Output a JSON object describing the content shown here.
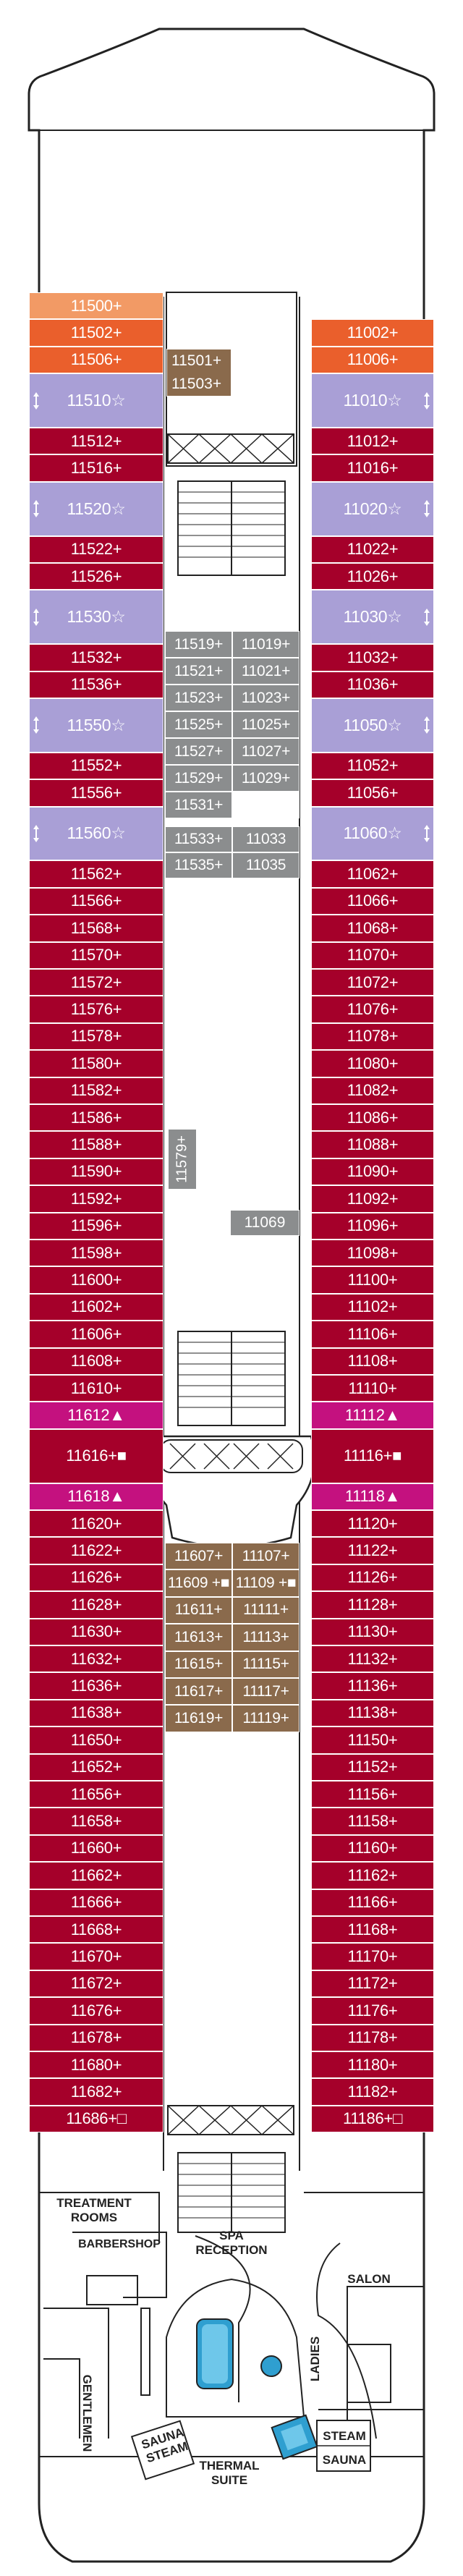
{
  "colors": {
    "inside": "#a5002a",
    "balcony_premium": "#a5002a",
    "suite": "#a99fd6",
    "orange_light": "#f29a65",
    "orange": "#ea5f2c",
    "magenta": "#c4117f",
    "brown": "#8a6a4c",
    "gray": "#8b8d8e",
    "outline": "#222222"
  },
  "legend_symbols": {
    "plus": "+",
    "star": "☆",
    "triangle": "▲",
    "square_filled": "■",
    "square_open": "□"
  },
  "left_column": [
    {
      "n": "11500+",
      "c": "orange_light",
      "h": 1
    },
    {
      "n": "11502+",
      "c": "orange",
      "h": 1
    },
    {
      "n": "11506+",
      "c": "orange",
      "h": 1
    },
    {
      "n": "11510☆",
      "c": "suite",
      "h": 2,
      "stair": true
    },
    {
      "n": "11512+",
      "c": "inside",
      "h": 1
    },
    {
      "n": "11516+",
      "c": "inside",
      "h": 1
    },
    {
      "n": "11520☆",
      "c": "suite",
      "h": 2,
      "stair": true
    },
    {
      "n": "11522+",
      "c": "inside",
      "h": 1
    },
    {
      "n": "11526+",
      "c": "inside",
      "h": 1
    },
    {
      "n": "11530☆",
      "c": "suite",
      "h": 2,
      "stair": true
    },
    {
      "n": "11532+",
      "c": "inside",
      "h": 1
    },
    {
      "n": "11536+",
      "c": "inside",
      "h": 1
    },
    {
      "n": "11550☆",
      "c": "suite",
      "h": 2,
      "stair": true
    },
    {
      "n": "11552+",
      "c": "inside",
      "h": 1
    },
    {
      "n": "11556+",
      "c": "inside",
      "h": 1
    },
    {
      "n": "11560☆",
      "c": "suite",
      "h": 2,
      "stair": true
    },
    {
      "n": "11562+",
      "c": "inside",
      "h": 1
    },
    {
      "n": "11566+",
      "c": "inside",
      "h": 1
    },
    {
      "n": "11568+",
      "c": "inside",
      "h": 1
    },
    {
      "n": "11570+",
      "c": "inside",
      "h": 1
    },
    {
      "n": "11572+",
      "c": "inside",
      "h": 1
    },
    {
      "n": "11576+",
      "c": "inside",
      "h": 1
    },
    {
      "n": "11578+",
      "c": "inside",
      "h": 1
    },
    {
      "n": "11580+",
      "c": "inside",
      "h": 1
    },
    {
      "n": "11582+",
      "c": "inside",
      "h": 1
    },
    {
      "n": "11586+",
      "c": "inside",
      "h": 1
    },
    {
      "n": "11588+",
      "c": "inside",
      "h": 1
    },
    {
      "n": "11590+",
      "c": "inside",
      "h": 1
    },
    {
      "n": "11592+",
      "c": "inside",
      "h": 1
    },
    {
      "n": "11596+",
      "c": "inside",
      "h": 1
    },
    {
      "n": "11598+",
      "c": "inside",
      "h": 1
    },
    {
      "n": "11600+",
      "c": "inside",
      "h": 1
    },
    {
      "n": "11602+",
      "c": "inside",
      "h": 1
    },
    {
      "n": "11606+",
      "c": "inside",
      "h": 1
    },
    {
      "n": "11608+",
      "c": "inside",
      "h": 1
    },
    {
      "n": "11610+",
      "c": "inside",
      "h": 1
    },
    {
      "n": "11612▲",
      "c": "magenta",
      "h": 1
    },
    {
      "n": "11616+■",
      "c": "inside",
      "h": 2
    },
    {
      "n": "11618▲",
      "c": "magenta",
      "h": 1
    },
    {
      "n": "11620+",
      "c": "inside",
      "h": 1
    },
    {
      "n": "11622+",
      "c": "inside",
      "h": 1
    },
    {
      "n": "11626+",
      "c": "inside",
      "h": 1
    },
    {
      "n": "11628+",
      "c": "inside",
      "h": 1
    },
    {
      "n": "11630+",
      "c": "inside",
      "h": 1
    },
    {
      "n": "11632+",
      "c": "inside",
      "h": 1
    },
    {
      "n": "11636+",
      "c": "inside",
      "h": 1
    },
    {
      "n": "11638+",
      "c": "inside",
      "h": 1
    },
    {
      "n": "11650+",
      "c": "inside",
      "h": 1
    },
    {
      "n": "11652+",
      "c": "inside",
      "h": 1
    },
    {
      "n": "11656+",
      "c": "inside",
      "h": 1
    },
    {
      "n": "11658+",
      "c": "inside",
      "h": 1
    },
    {
      "n": "11660+",
      "c": "inside",
      "h": 1
    },
    {
      "n": "11662+",
      "c": "inside",
      "h": 1
    },
    {
      "n": "11666+",
      "c": "inside",
      "h": 1
    },
    {
      "n": "11668+",
      "c": "inside",
      "h": 1
    },
    {
      "n": "11670+",
      "c": "inside",
      "h": 1
    },
    {
      "n": "11672+",
      "c": "inside",
      "h": 1
    },
    {
      "n": "11676+",
      "c": "inside",
      "h": 1
    },
    {
      "n": "11678+",
      "c": "inside",
      "h": 1
    },
    {
      "n": "11680+",
      "c": "inside",
      "h": 1
    },
    {
      "n": "11682+",
      "c": "inside",
      "h": 1
    },
    {
      "n": "11686+□",
      "c": "inside",
      "h": 1
    }
  ],
  "right_column": [
    {
      "n": "11002+",
      "c": "orange",
      "h": 1
    },
    {
      "n": "11006+",
      "c": "orange",
      "h": 1
    },
    {
      "n": "11010☆",
      "c": "suite",
      "h": 2,
      "stair": true
    },
    {
      "n": "11012+",
      "c": "inside",
      "h": 1
    },
    {
      "n": "11016+",
      "c": "inside",
      "h": 1
    },
    {
      "n": "11020☆",
      "c": "suite",
      "h": 2,
      "stair": true
    },
    {
      "n": "11022+",
      "c": "inside",
      "h": 1
    },
    {
      "n": "11026+",
      "c": "inside",
      "h": 1
    },
    {
      "n": "11030☆",
      "c": "suite",
      "h": 2,
      "stair": true
    },
    {
      "n": "11032+",
      "c": "inside",
      "h": 1
    },
    {
      "n": "11036+",
      "c": "inside",
      "h": 1
    },
    {
      "n": "11050☆",
      "c": "suite",
      "h": 2,
      "stair": true
    },
    {
      "n": "11052+",
      "c": "inside",
      "h": 1
    },
    {
      "n": "11056+",
      "c": "inside",
      "h": 1
    },
    {
      "n": "11060☆",
      "c": "suite",
      "h": 2,
      "stair": true
    },
    {
      "n": "11062+",
      "c": "inside",
      "h": 1
    },
    {
      "n": "11066+",
      "c": "inside",
      "h": 1
    },
    {
      "n": "11068+",
      "c": "inside",
      "h": 1
    },
    {
      "n": "11070+",
      "c": "inside",
      "h": 1
    },
    {
      "n": "11072+",
      "c": "inside",
      "h": 1
    },
    {
      "n": "11076+",
      "c": "inside",
      "h": 1
    },
    {
      "n": "11078+",
      "c": "inside",
      "h": 1
    },
    {
      "n": "11080+",
      "c": "inside",
      "h": 1
    },
    {
      "n": "11082+",
      "c": "inside",
      "h": 1
    },
    {
      "n": "11086+",
      "c": "inside",
      "h": 1
    },
    {
      "n": "11088+",
      "c": "inside",
      "h": 1
    },
    {
      "n": "11090+",
      "c": "inside",
      "h": 1
    },
    {
      "n": "11092+",
      "c": "inside",
      "h": 1
    },
    {
      "n": "11096+",
      "c": "inside",
      "h": 1
    },
    {
      "n": "11098+",
      "c": "inside",
      "h": 1
    },
    {
      "n": "11100+",
      "c": "inside",
      "h": 1
    },
    {
      "n": "11102+",
      "c": "inside",
      "h": 1
    },
    {
      "n": "11106+",
      "c": "inside",
      "h": 1
    },
    {
      "n": "11108+",
      "c": "inside",
      "h": 1
    },
    {
      "n": "11110+",
      "c": "inside",
      "h": 1
    },
    {
      "n": "11112▲",
      "c": "magenta",
      "h": 1
    },
    {
      "n": "11116+■",
      "c": "inside",
      "h": 2
    },
    {
      "n": "11118▲",
      "c": "magenta",
      "h": 1
    },
    {
      "n": "11120+",
      "c": "inside",
      "h": 1
    },
    {
      "n": "11122+",
      "c": "inside",
      "h": 1
    },
    {
      "n": "11126+",
      "c": "inside",
      "h": 1
    },
    {
      "n": "11128+",
      "c": "inside",
      "h": 1
    },
    {
      "n": "11130+",
      "c": "inside",
      "h": 1
    },
    {
      "n": "11132+",
      "c": "inside",
      "h": 1
    },
    {
      "n": "11136+",
      "c": "inside",
      "h": 1
    },
    {
      "n": "11138+",
      "c": "inside",
      "h": 1
    },
    {
      "n": "11150+",
      "c": "inside",
      "h": 1
    },
    {
      "n": "11152+",
      "c": "inside",
      "h": 1
    },
    {
      "n": "11156+",
      "c": "inside",
      "h": 1
    },
    {
      "n": "11158+",
      "c": "inside",
      "h": 1
    },
    {
      "n": "11160+",
      "c": "inside",
      "h": 1
    },
    {
      "n": "11162+",
      "c": "inside",
      "h": 1
    },
    {
      "n": "11166+",
      "c": "inside",
      "h": 1
    },
    {
      "n": "11168+",
      "c": "inside",
      "h": 1
    },
    {
      "n": "11170+",
      "c": "inside",
      "h": 1
    },
    {
      "n": "11172+",
      "c": "inside",
      "h": 1
    },
    {
      "n": "11176+",
      "c": "inside",
      "h": 1
    },
    {
      "n": "11178+",
      "c": "inside",
      "h": 1
    },
    {
      "n": "11180+",
      "c": "inside",
      "h": 1
    },
    {
      "n": "11182+",
      "c": "inside",
      "h": 1
    },
    {
      "n": "11186+□",
      "c": "inside",
      "h": 1
    }
  ],
  "center_top_brown": [
    "11501+",
    "11503+"
  ],
  "center_gray_block": {
    "rows": [
      [
        "11519+",
        "11019+"
      ],
      [
        "11521+",
        "11021+"
      ],
      [
        "11523+",
        "11023+"
      ],
      [
        "11525+",
        "11025+"
      ],
      [
        "11527+",
        "11027+"
      ],
      [
        "11529+",
        "11029+"
      ],
      [
        "11531+",
        ""
      ]
    ],
    "lower": [
      [
        "11533+",
        "11033"
      ],
      [
        "11535+",
        "11035"
      ]
    ]
  },
  "center_vertical_cabin": "11579+",
  "center_cabin_11069": "11069",
  "center_brown_block": [
    [
      "11607+",
      "11107+"
    ],
    [
      "11609 +■",
      "11109 +■"
    ],
    [
      "11611+",
      "11111+"
    ],
    [
      "11613+",
      "11113+"
    ],
    [
      "11615+",
      "11115+"
    ],
    [
      "11617+",
      "11117+"
    ],
    [
      "11619+",
      "11119+"
    ]
  ],
  "spa_labels": {
    "treatment_rooms": "TREATMENT ROOMS",
    "barbershop": "BARBERSHOP",
    "spa_reception": "SPA RECEPTION",
    "salon": "SALON",
    "gentlemen": "GENTLEMEN",
    "ladies": "LADIES",
    "sauna_steam_left": "SAUNA STEAM",
    "steam_sauna_right": "STEAM SAUNA",
    "thermal_suite": "THERMAL SUITE"
  }
}
